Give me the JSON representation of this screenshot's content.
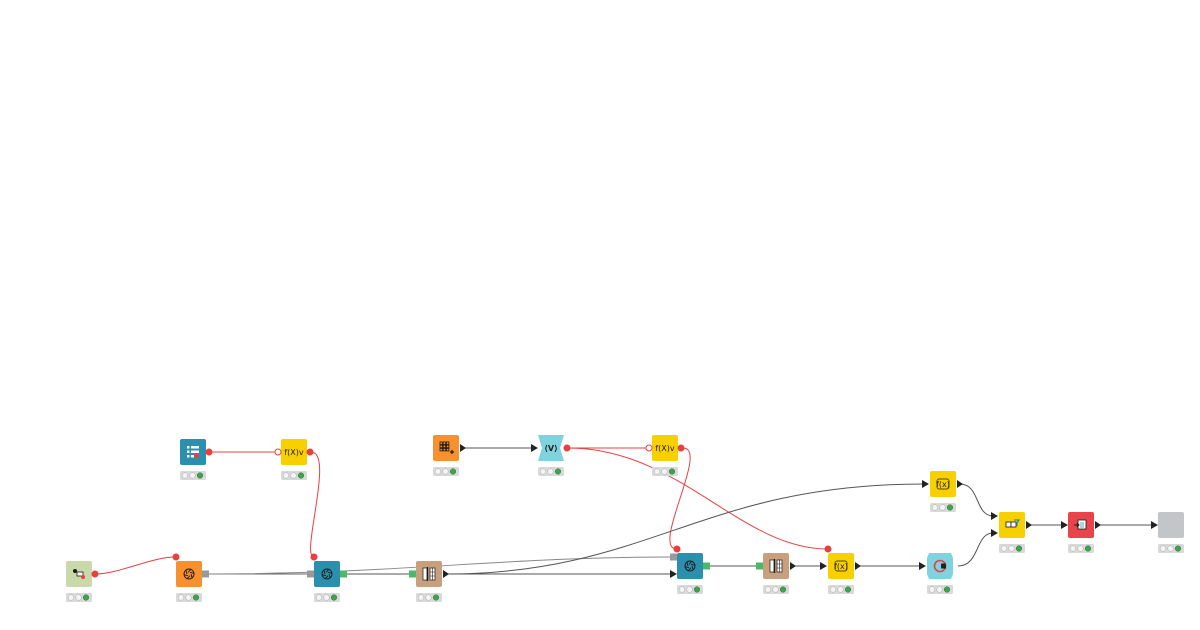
{
  "workflow": {
    "colors": {
      "variable_link": "#e8403f",
      "data_link": "#555555",
      "status_bg": "#d9d9d9",
      "status_off": "#f4f4f4",
      "status_green": "#3fa34d",
      "flow_port": "#e8403f",
      "data_port": "#222222",
      "gray_port": "#999999",
      "green_port": "#4cb86a"
    },
    "nodes": [
      {
        "id": "config-table",
        "name": "table-config-node",
        "icon": "list-table-icon",
        "color": "#2b8fad",
        "text": ""
      },
      {
        "id": "fx-var-1",
        "name": "variable-expression-node-1",
        "icon": "function-variable-icon",
        "color": "#f8d000",
        "text": "f(X)v"
      },
      {
        "id": "table-creator",
        "name": "table-creator-node",
        "icon": "grid-plus-icon",
        "color": "#f7902e",
        "text": ""
      },
      {
        "id": "table-to-var",
        "name": "table-to-variable-node",
        "icon": "variable-convert-icon",
        "color": "#7fd3de",
        "text": ""
      },
      {
        "id": "fx-var-2",
        "name": "variable-expression-node-2",
        "icon": "function-variable-icon",
        "color": "#f8d000",
        "text": "f(X)v"
      },
      {
        "id": "fx-top",
        "name": "expression-node-top",
        "icon": "function-icon",
        "color": "#f8d000",
        "text": "f(x)"
      },
      {
        "id": "column-filter",
        "name": "column-filter-node",
        "icon": "filter-icon",
        "color": "#f8d000",
        "text": ""
      },
      {
        "id": "output-red",
        "name": "output-node",
        "icon": "export-icon",
        "color": "#e9444b",
        "text": ""
      },
      {
        "id": "gray-end",
        "name": "unconfigured-end-node",
        "icon": "blank-icon",
        "color": "#c3c6c8",
        "text": ""
      },
      {
        "id": "source-node",
        "name": "source-connector-node",
        "icon": "connector-icon",
        "color": "#c9d9a9",
        "text": ""
      },
      {
        "id": "orange-processor",
        "name": "orange-processor-node",
        "icon": "aperture-icon",
        "color": "#f7902e",
        "text": ""
      },
      {
        "id": "blue-processor-1",
        "name": "blue-processor-node-1",
        "icon": "aperture-icon",
        "color": "#2b8fad",
        "text": ""
      },
      {
        "id": "splitter-1",
        "name": "column-splitter-node-1",
        "icon": "split-columns-icon",
        "color": "#c9a07e",
        "text": ""
      },
      {
        "id": "blue-processor-2",
        "name": "blue-processor-node-2",
        "icon": "aperture-icon",
        "color": "#2b8fad",
        "text": ""
      },
      {
        "id": "splitter-2",
        "name": "column-splitter-node-2",
        "icon": "split-columns-icon",
        "color": "#c9a07e",
        "text": ""
      },
      {
        "id": "fx-bottom",
        "name": "expression-node-bottom",
        "icon": "function-icon",
        "color": "#f8d000",
        "text": "f(x)"
      },
      {
        "id": "loop-end",
        "name": "loop-end-node",
        "icon": "loop-icon",
        "color": "#7fd3de",
        "text": ""
      }
    ]
  }
}
